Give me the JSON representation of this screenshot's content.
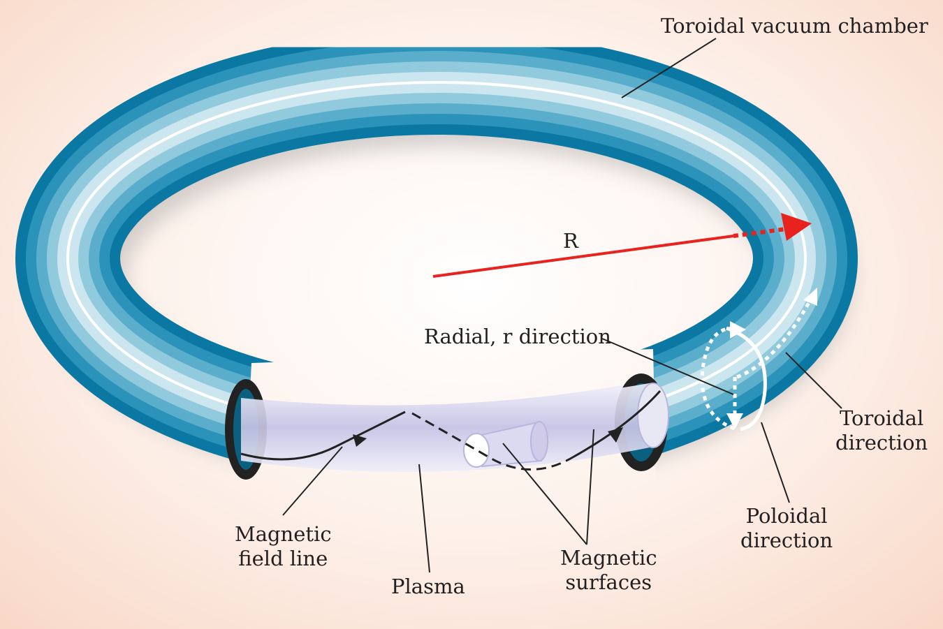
{
  "labels": {
    "chamber": "Toroidal vacuum chamber",
    "major_radius": "R",
    "radial": "Radial, r direction",
    "toroidal_line1": "Toroidal",
    "toroidal_line2": "direction",
    "poloidal_line1": "Poloidal",
    "poloidal_line2": "direction",
    "field_line1": "Magnetic",
    "field_line2": "field line",
    "plasma": "Plasma",
    "surfaces_line1": "Magnetic",
    "surfaces_line2": "surfaces"
  },
  "colors": {
    "torus": "#0f7fa8",
    "plasma": "#d8d6ee",
    "radius_arrow": "#e8231e",
    "background": "#f8d6c4"
  }
}
